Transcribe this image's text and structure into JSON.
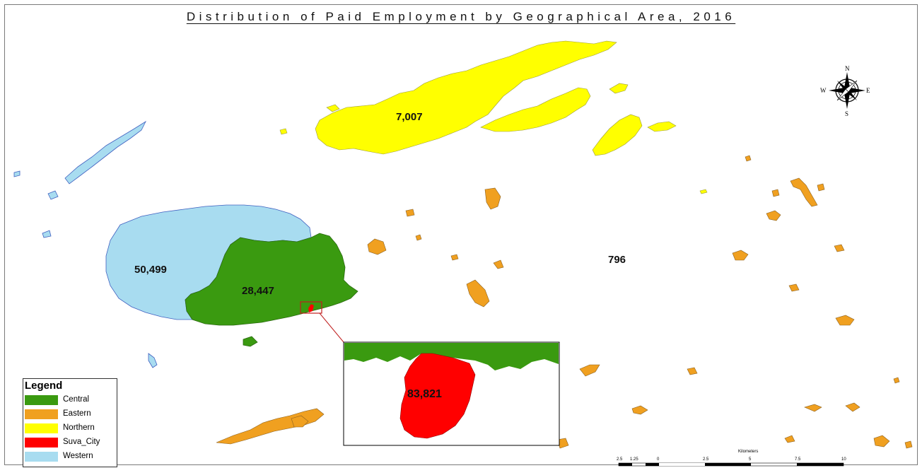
{
  "map": {
    "title": "Distribution of Paid Employment by Geographical Area, 2016",
    "labels": {
      "northern": "7,007",
      "western": "50,499",
      "central": "28,447",
      "eastern": "796",
      "suva_city": "83,821"
    }
  },
  "legend": {
    "title": "Legend",
    "items": [
      {
        "label": "Central",
        "color": "#3a9a10"
      },
      {
        "label": "Eastern",
        "color": "#f0a020"
      },
      {
        "label": "Northern",
        "color": "#ffff00"
      },
      {
        "label": "Suva_City",
        "color": "#ff0000"
      },
      {
        "label": "Western",
        "color": "#a8dcf0"
      }
    ]
  },
  "compass": {
    "n": "N",
    "s": "S",
    "e": "E",
    "w": "W"
  },
  "scale_bar": {
    "unit": "Kilometers",
    "ticks": [
      "2.5",
      "1.25",
      "0",
      "2.5",
      "5",
      "7.5",
      "10"
    ]
  }
}
